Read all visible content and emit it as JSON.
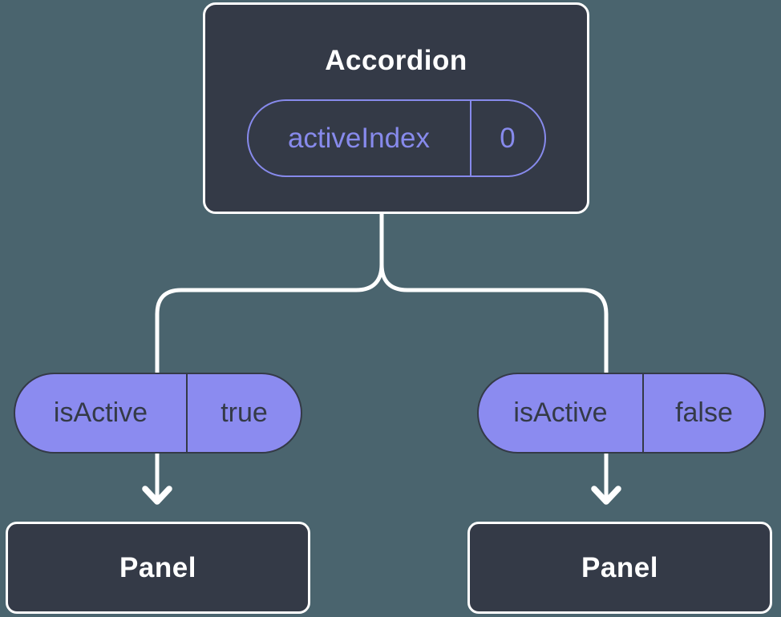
{
  "colors": {
    "bg": "#4A646E",
    "nodeFill": "#343A47",
    "nodeBorder": "#FFFFFF",
    "nodeText": "#FFFFFF",
    "accent": "#878AEC",
    "pillFill": "#8B8BF0",
    "pillText": "#343A47",
    "connector": "#FFFFFF"
  },
  "tree": {
    "root": {
      "title": "Accordion",
      "state": {
        "name": "activeIndex",
        "value": "0"
      }
    },
    "branches": [
      {
        "prop": {
          "name": "isActive",
          "value": "true"
        },
        "child": {
          "title": "Panel"
        }
      },
      {
        "prop": {
          "name": "isActive",
          "value": "false"
        },
        "child": {
          "title": "Panel"
        }
      }
    ]
  }
}
